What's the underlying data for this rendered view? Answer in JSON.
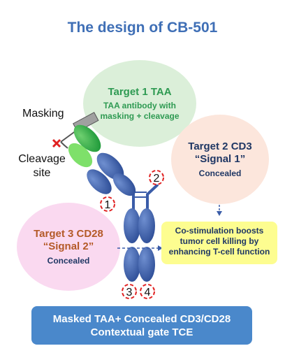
{
  "title": "The design of CB-501",
  "labels": {
    "masking": "Masking",
    "cleavage_site": "Cleavage\nsite"
  },
  "target1": {
    "heading": "Target 1 TAA",
    "desc": "TAA antibody with\nmasking + cleavage"
  },
  "target2": {
    "heading": "Target 2 CD3\n“Signal 1”",
    "desc": "Concealed"
  },
  "target3": {
    "heading": "Target 3 CD28\n“Signal 2”",
    "desc": "Concealed"
  },
  "costim": "Co-stimulation boosts\ntumor cell killing by\nenhancing T-cell function",
  "markers": [
    "1",
    "2",
    "3",
    "4"
  ],
  "banner": {
    "line1": "Masked TAA+ Concealed CD3/CD28",
    "line2": "Contextual gate TCE"
  },
  "colors": {
    "title": "#3f6fb6",
    "domain_blue": "#3a5ca8",
    "mask_green": "#2fb04a",
    "marker_red": "#e02020",
    "banner": "#4a88cb"
  }
}
